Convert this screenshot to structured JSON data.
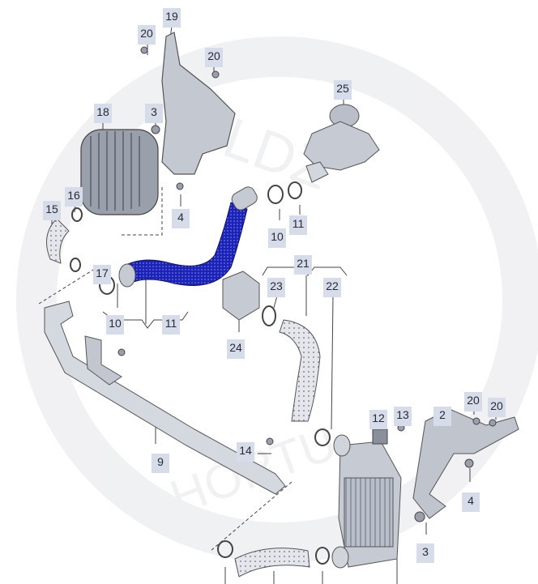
{
  "diagram": {
    "title": "Charge air system parts diagram",
    "watermark": "BILDZ HORTUS",
    "highlight_color": "#1a22b8",
    "label_bg_color": "#d6dcea",
    "callouts": [
      {
        "text": "19"
      },
      {
        "text": "20"
      },
      {
        "text": "20"
      },
      {
        "text": "25"
      },
      {
        "text": "18"
      },
      {
        "text": "3"
      },
      {
        "text": "16"
      },
      {
        "text": "15"
      },
      {
        "text": "4"
      },
      {
        "text": "11"
      },
      {
        "text": "10"
      },
      {
        "text": "17"
      },
      {
        "text": "21"
      },
      {
        "text": "23"
      },
      {
        "text": "22"
      },
      {
        "text": "10"
      },
      {
        "text": "11"
      },
      {
        "text": "24"
      },
      {
        "text": "9"
      },
      {
        "text": "14"
      },
      {
        "text": "12"
      },
      {
        "text": "13"
      },
      {
        "text": "2"
      },
      {
        "text": "20"
      },
      {
        "text": "20"
      },
      {
        "text": "4"
      },
      {
        "text": "3"
      }
    ]
  }
}
